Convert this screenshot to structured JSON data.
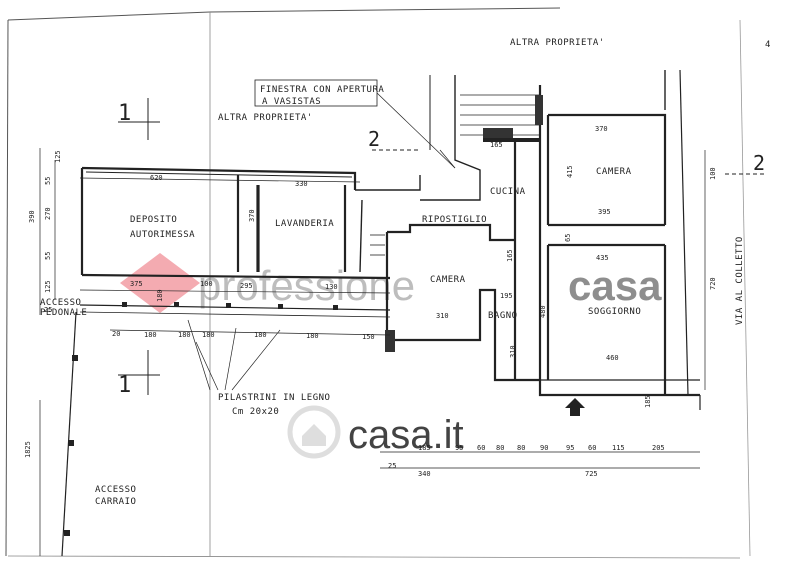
{
  "labels": {
    "altra_top": "ALTRA PROPRIETA'",
    "altra_left": "ALTRA PROPRIETA'",
    "finestra_1": "FINESTRA CON APERTURA",
    "finestra_2": "A VASISTAS",
    "deposito_1": "DEPOSITO",
    "deposito_2": "AUTORIMESSA",
    "lavanderia": "LAVANDERIA",
    "ripostiglio": "RIPOSTIGLIO",
    "cucina": "CUCINA",
    "camera_top": "CAMERA",
    "camera_mid": "CAMERA",
    "bagno": "BAGNO",
    "soggiorno": "SOGGIORNO",
    "via": "VIA AL COLLETTO",
    "accesso_ped_1": "ACCESSO",
    "accesso_ped_2": "PEDONALE",
    "accesso_car_1": "ACCESSO",
    "accesso_car_2": "CARRAIO",
    "pilastrini_1": "PILASTRINI IN LEGNO",
    "pilastrini_2": "Cm 20x20",
    "section_a_top": "1",
    "section_a_bottom": "1",
    "section_b_left": "2",
    "section_b_right": "2",
    "corner_mark": "4"
  },
  "dims": {
    "d620": "620",
    "d330": "330",
    "d370a": "370",
    "d390a": "390",
    "d55a": "55",
    "d125": "125",
    "d270": "270",
    "d55b": "55",
    "d125b": "125",
    "d25": "25",
    "d375": "375",
    "d295": "295",
    "d130": "130",
    "d100": "100",
    "d180a": "180",
    "d20a": "20",
    "d180b": "180",
    "d180c": "180",
    "d180d": "180",
    "d180e": "180",
    "d180f": "180",
    "d150": "150",
    "d165a": "165",
    "d370b": "370",
    "d415": "415",
    "d395": "395",
    "d435": "435",
    "d65": "65",
    "d165b": "165",
    "d195": "195",
    "d310": "310",
    "d480": "480",
    "d460": "460",
    "d310b": "310",
    "d100b": "100",
    "d720": "720",
    "d1825": "1825",
    "d185": "185",
    "c185": "185",
    "c95": "95",
    "c60a": "60",
    "c80a": "80",
    "c80b": "80",
    "c90": "90",
    "c95b": "95",
    "c60b": "60",
    "c115": "115",
    "c205": "205",
    "c340": "340",
    "c725": "725",
    "c25": "25"
  },
  "watermark": {
    "brand_1": "professione",
    "brand_2": "casa",
    "site": "casa.it"
  },
  "colors": {
    "ink": "#222222",
    "paper": "#ffffff",
    "watermark_red": "#e84a57",
    "watermark_gray": "#d8d8d8"
  }
}
